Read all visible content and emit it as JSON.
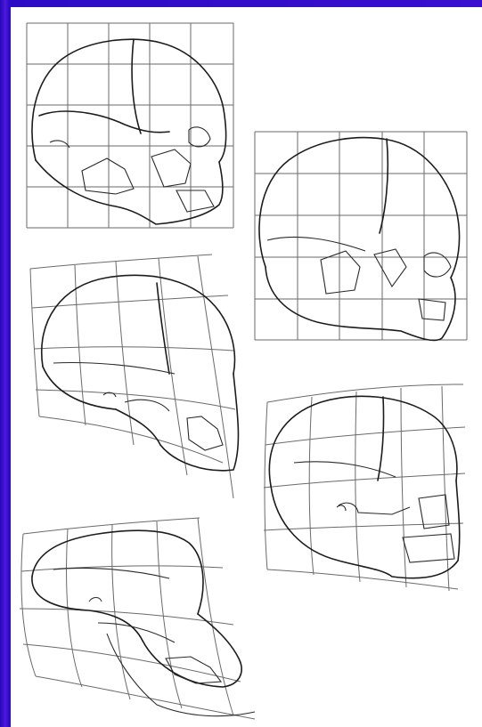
{
  "figure": {
    "background": "#ffffff",
    "border_color": "#3a0fd0",
    "panels": [
      {
        "id": "chimp-juvenile-skull",
        "grid": "regular"
      },
      {
        "id": "human-infant-skull",
        "grid": "regular"
      },
      {
        "id": "chimp-adult-skull-transformed",
        "grid": "deformed"
      },
      {
        "id": "human-adult-skull-transformed",
        "grid": "deformed"
      },
      {
        "id": "ape-adult-skull-transformed",
        "grid": "deformed"
      }
    ]
  }
}
